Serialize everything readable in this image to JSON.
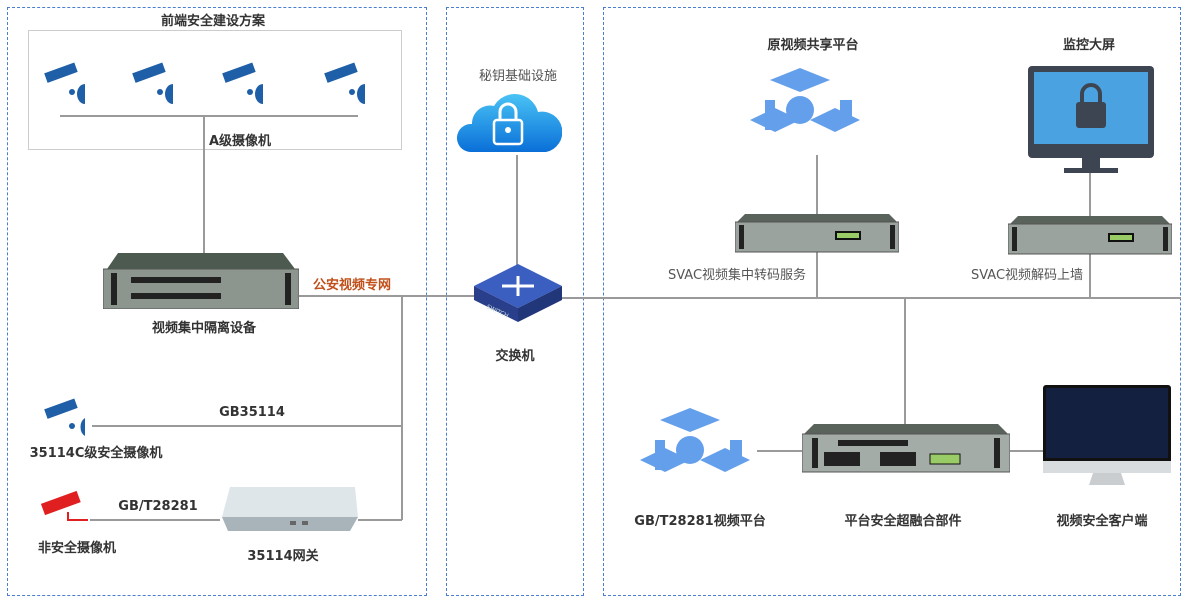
{
  "zones": {
    "frontend_title": "前端安全建设方案",
    "key_infra": "秘钥基础设施"
  },
  "labels": {
    "a_camera": "A级摄像机",
    "isolation_device": "视频集中隔离设备",
    "police_network": "公安视频专网",
    "switch": "交换机",
    "switch_glyph": "SWITCH",
    "gb35114": "GB35114",
    "c_camera": "35114C级安全摄像机",
    "gbt28281_link": "GB/T28281",
    "gateway": "35114网关",
    "unsafe_camera": "非安全摄像机",
    "original_share_platform": "原视频共享平台",
    "monitor_wall": "监控大屏",
    "svac_transcode": "SVAC视频集中转码服务",
    "svac_decode": "SVAC视频解码上墙",
    "gbt_platform": "GB/T28281视频平台",
    "fusion_component": "平台安全超融合部件",
    "video_client": "视频安全客户端"
  },
  "colors": {
    "dashed_border": "#4a7fd0",
    "line": "#9a9a9a",
    "accent_orange": "#c0501a",
    "camera_blue": "#1f5fa8",
    "unsafe_red": "#e02020"
  }
}
